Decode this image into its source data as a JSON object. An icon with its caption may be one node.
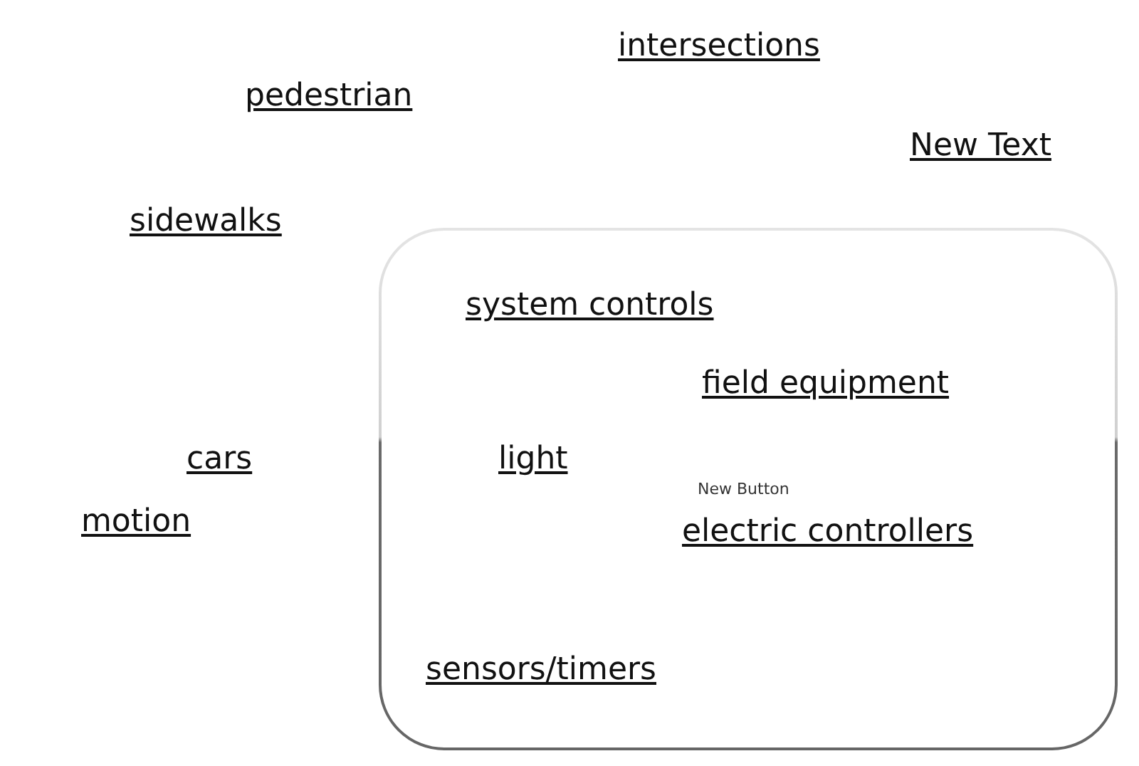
{
  "diagram": {
    "nodes": [
      {
        "text": [
          "system controls",
          "field equipment",
          "light",
          "New Button",
          "electric controllers",
          "sensors/timers"
        ]
      }
    ],
    "labels": [
      "intersections",
      "pedestrian",
      "New Text",
      "sidewalks",
      "cars",
      "motion"
    ]
  }
}
